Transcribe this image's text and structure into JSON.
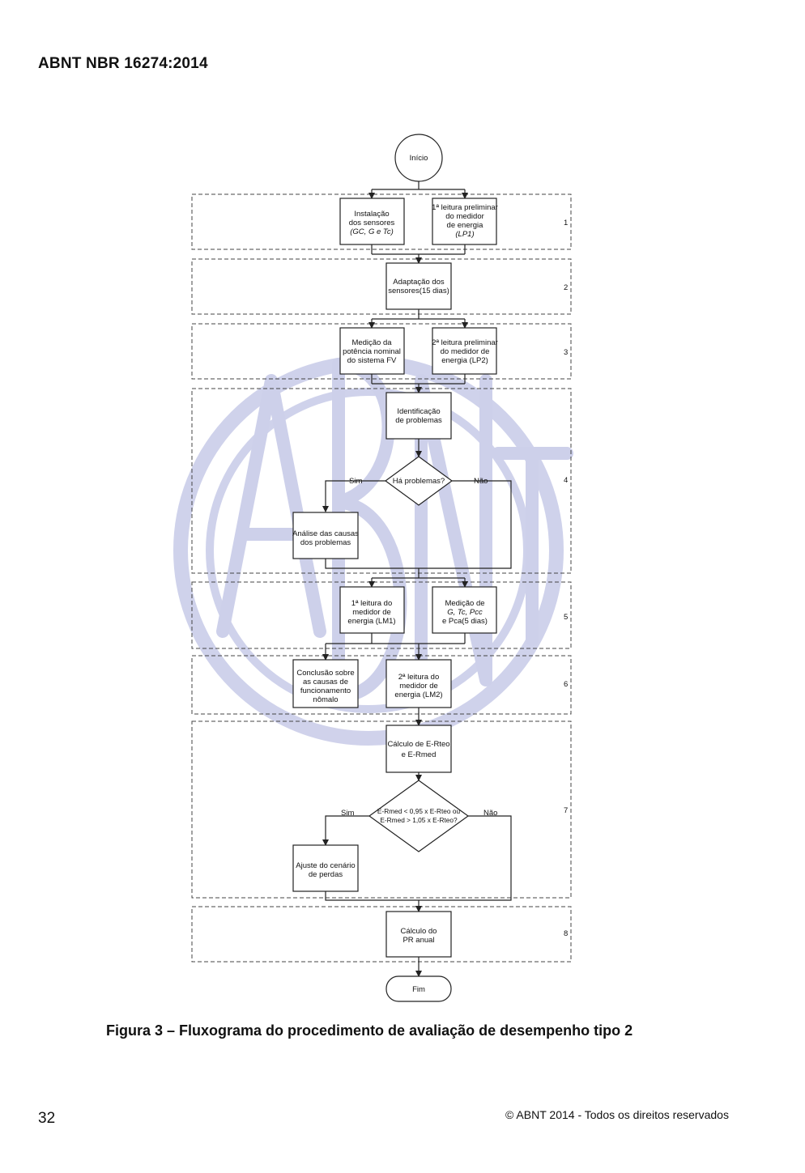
{
  "header": {
    "title": "ABNT NBR 16274:2014"
  },
  "watermark": {
    "text": "ABNT",
    "color": "#c9cbe6"
  },
  "flowchart": {
    "start": "Início",
    "end": "Fim",
    "sections": [
      "1",
      "2",
      "3",
      "4",
      "5",
      "6",
      "7",
      "8"
    ],
    "nodes": {
      "sensors_install": [
        "Instalação",
        "dos sensores",
        "(GC, G e Tc)"
      ],
      "lp1": [
        "1ª leitura preliminar",
        "do medidor",
        "de energia",
        "(LP1)"
      ],
      "adaptation": [
        "Adaptação dos",
        "sensores(15 dias)"
      ],
      "nominal_power": [
        "Medição da",
        "potência nominal",
        "do sistema FV"
      ],
      "lp2": [
        "2ª leitura preliminar",
        "do medidor de",
        "energia (LP2)"
      ],
      "identify": [
        "Identificação",
        "de problemas"
      ],
      "has_problems": "Há problemas?",
      "analysis": [
        "Análise das causas",
        "dos problemas"
      ],
      "lm1": [
        "1ª leitura do",
        "medidor de",
        "energia (LM1)"
      ],
      "measure_g": [
        "Medição de",
        "G, Tc, Pcc",
        "e Pca(5 dias)"
      ],
      "conclusion": [
        "Conclusão sobre",
        "as causas de",
        "funcionamento",
        "nômalo"
      ],
      "lm2": [
        "2ª leitura do",
        "medidor de",
        "energia (LM2)"
      ],
      "calc_e": [
        "Cálculo de E-Rteo",
        "e E-Rmed"
      ],
      "condition": [
        "E-Rmed < 0,95 x E-Rteo ou",
        "E-Rmed > 1,05 x E-Rteo?"
      ],
      "adjust": [
        "Ajuste do cenário",
        "de perdas"
      ],
      "calc_pr": [
        "Cálculo do",
        "PR anual"
      ]
    },
    "labels": {
      "yes": "Sim",
      "no": "Não"
    }
  },
  "caption": "Figura 3 – Fluxograma do procedimento de avaliação de desempenho tipo 2",
  "footer": {
    "page": "32",
    "copyright": "© ABNT 2014 - Todos os direitos reservados"
  }
}
